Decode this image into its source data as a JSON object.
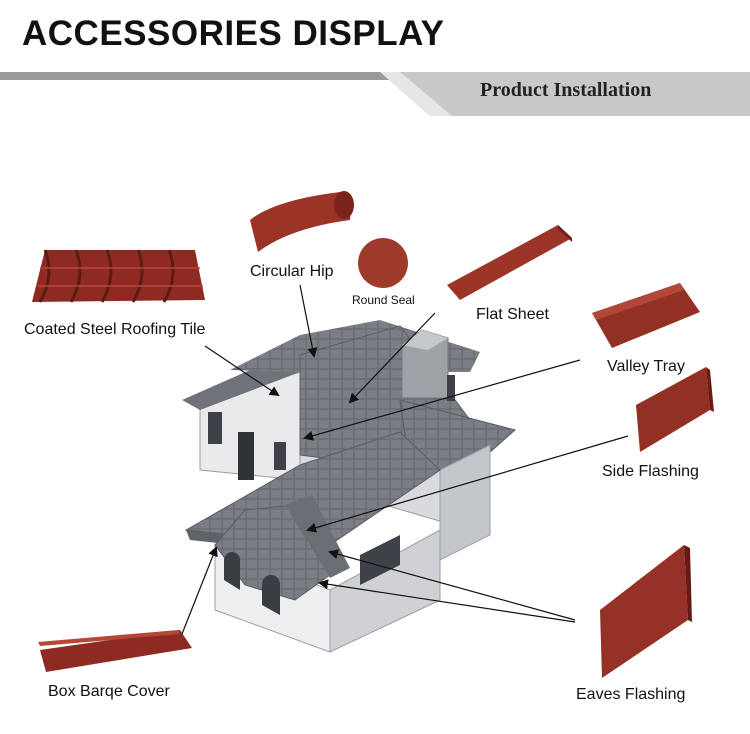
{
  "header": {
    "title": "ACCESSORIES DISPLAY",
    "banner_text": "Product Installation"
  },
  "colors": {
    "tile_red": "#8e2a22",
    "roof_gray": "#7d8187",
    "banner_gray": "#bfbfbf"
  },
  "parts": {
    "circular_hip": "Circular Hip",
    "round_seal": "Round Seal",
    "flat_sheet": "Flat Sheet",
    "roofing_tile": "Coated Steel Roofing Tile",
    "valley_tray": "Valley Tray",
    "side_flashing": "Side Flashing",
    "box_barge_cover": "Box Barqe Cover",
    "eaves_flashing": "Eaves Flashing"
  }
}
